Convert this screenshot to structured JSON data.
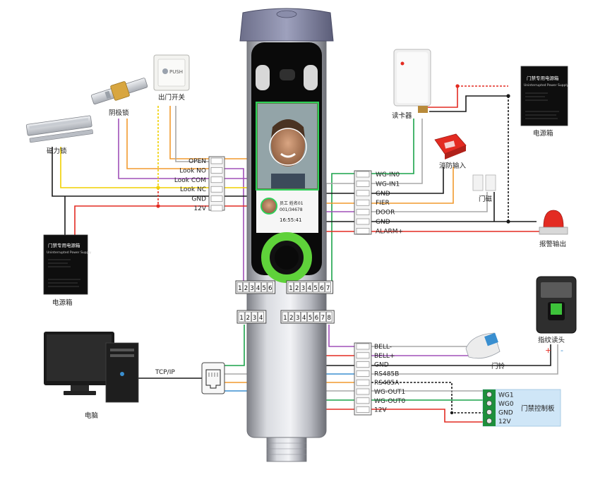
{
  "devices": {
    "magnetic_lock": "磁力锁",
    "cathode_lock": "阴极锁",
    "exit_button": "出门开关",
    "exit_button_face": "PUSH",
    "psu_left": "电源箱",
    "psu_right": "电源箱",
    "psu_title": "门禁专用电源箱",
    "psu_subtitle": "Uninterrupted Power Supply",
    "card_reader": "读卡器",
    "fire_input": "消防输入",
    "door_sensor": "门磁",
    "alarm_output": "报警输出",
    "computer": "电脑",
    "fingerprint_reader": "指纹读头",
    "doorbell": "门铃",
    "control_board": "门禁控制板"
  },
  "left_terminal": [
    "OPEN",
    "Look NO",
    "Look COM",
    "Look NC",
    "GND",
    "12V"
  ],
  "right_terminal": [
    "WG-IN0",
    "WG-IN1",
    "GND",
    "FIER",
    "DOOR",
    "GND",
    "ALARM+"
  ],
  "bottom_terminal": [
    "BELL-",
    "BELL+",
    "GND",
    "RS485B",
    "RS485A",
    "WG-OUT1",
    "WG-OUT0",
    "12V"
  ],
  "network": {
    "label": "TCP/IP"
  },
  "control_board_pins": [
    "WG1",
    "WG0",
    "GND",
    "12V"
  ],
  "fingerprint_polarity": {
    "plus": "+",
    "minus": "-"
  },
  "device_screen": {
    "info_line1": "员工 姓名01",
    "info_line2": "001/34678",
    "time": "16:55:41"
  },
  "connectors": {
    "top_left": [
      "1",
      "2",
      "3",
      "4",
      "5",
      "6"
    ],
    "top_right": [
      "1",
      "2",
      "3",
      "4",
      "5",
      "6",
      "7"
    ],
    "bottom_left": [
      "1",
      "2",
      "3",
      "4"
    ],
    "bottom_right": [
      "1",
      "2",
      "3",
      "4",
      "5",
      "6",
      "7",
      "8"
    ]
  },
  "colors": {
    "red": "#e32b22",
    "black": "#1a1a1a",
    "yellow": "#f0d000",
    "orange": "#f29a2e",
    "purple": "#a050b8",
    "green": "#1aa34a",
    "blue": "#3a8fd0",
    "gray": "#a8a8a8",
    "board": "#cfe6f7"
  }
}
